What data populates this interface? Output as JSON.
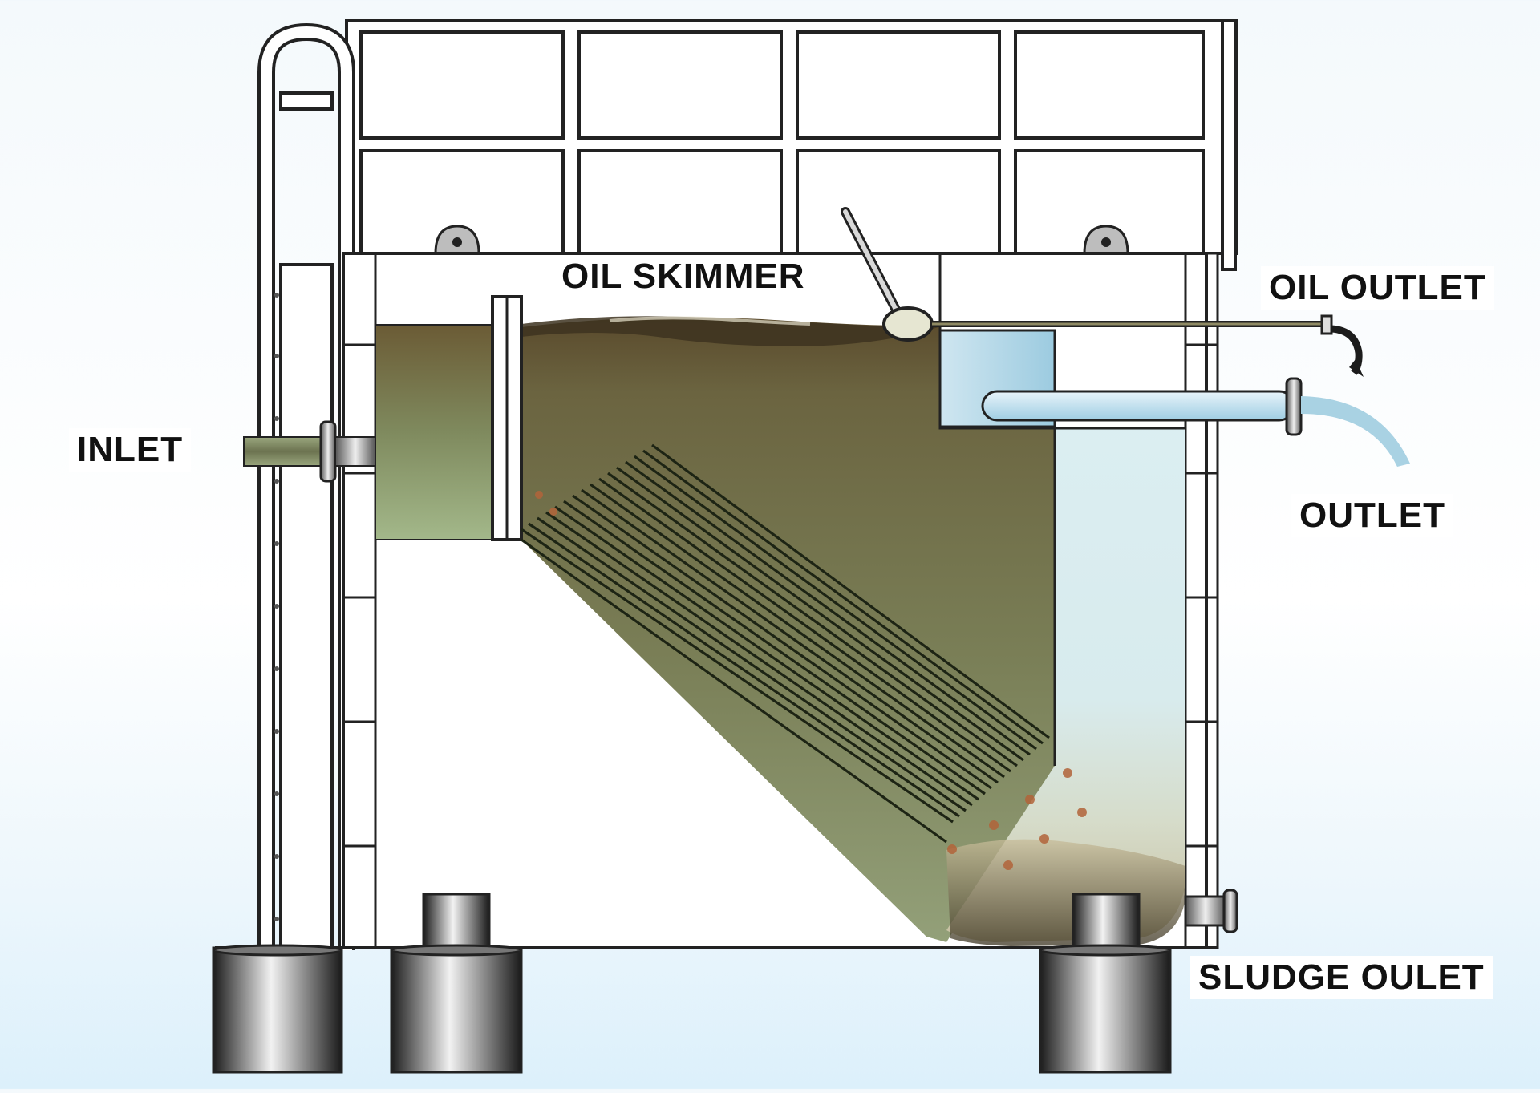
{
  "labels": {
    "oil_skimmer": "OIL SKIMMER",
    "oil_outlet": "OIL OUTLET",
    "inlet": "INLET",
    "outlet": "OUTLET",
    "sludge_outlet": "SLUDGE OULET"
  },
  "colors": {
    "oily_water_dark": "#3f3a22",
    "oily_water_mid": "#6f6f4a",
    "oily_water_light": "#8f9c70",
    "clean_water": "#d4ebf1",
    "clean_water_pipe": "#bcdbe9",
    "frame_stroke": "#222222",
    "sludge_particles": "#b2643a",
    "background_tint": "#dcf0fb"
  }
}
